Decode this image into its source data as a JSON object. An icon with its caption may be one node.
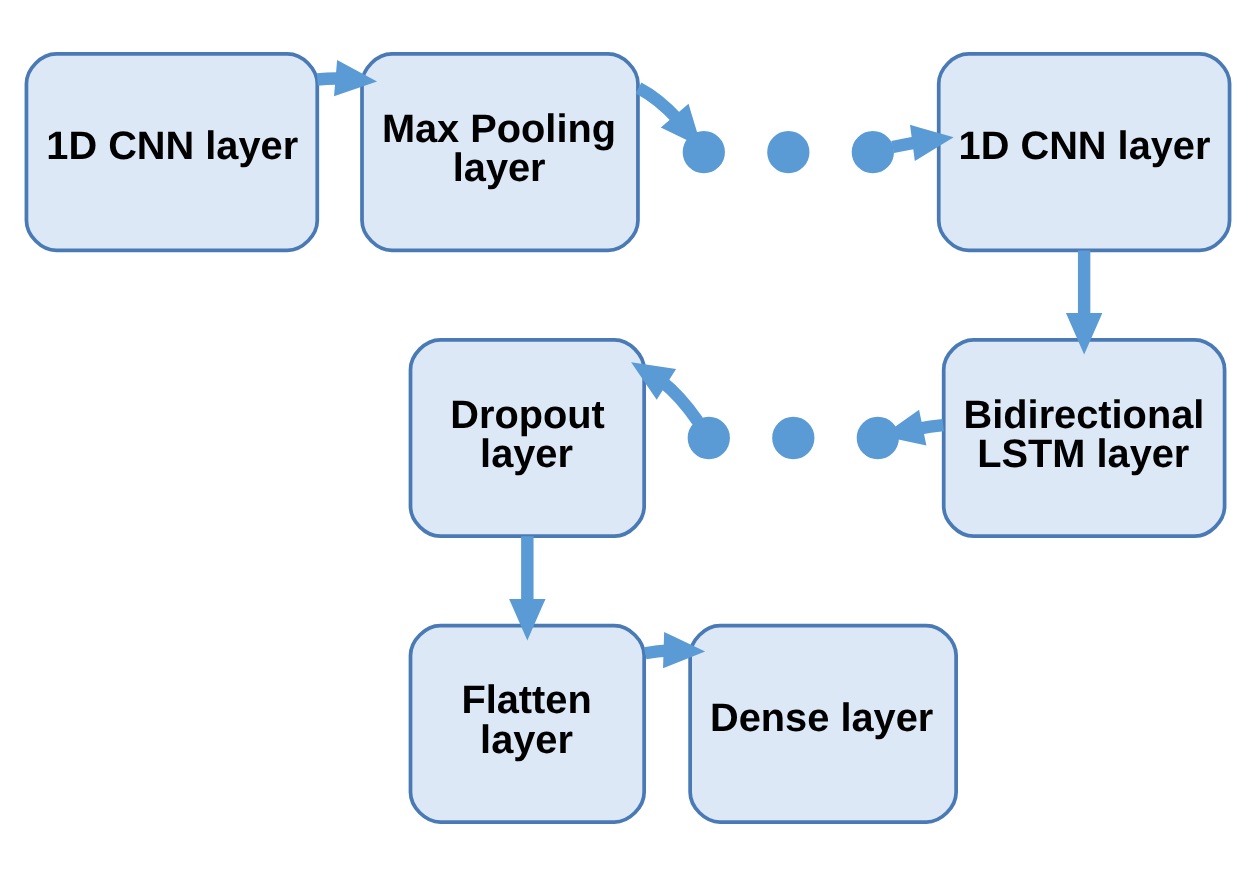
{
  "diagram": {
    "nodes": [
      {
        "text": [
          "1D CNN layer"
        ]
      },
      {
        "text": [
          "Max Pooling layer"
        ]
      },
      {
        "text": [],
        "shape": "circle"
      },
      {
        "text": [],
        "shape": "circle"
      },
      {
        "text": [],
        "shape": "circle"
      },
      {
        "text": [
          "1D CNN layer"
        ]
      },
      {
        "text": [
          "Dropout layer"
        ]
      },
      {
        "text": [],
        "shape": "circle"
      },
      {
        "text": [],
        "shape": "circle"
      },
      {
        "text": [],
        "shape": "circle"
      },
      {
        "text": [
          "Bidirectional LSTM layer"
        ]
      },
      {
        "text": [
          "Flatten layer"
        ]
      },
      {
        "text": [
          "Dense layer"
        ]
      }
    ],
    "edges": [
      {
        "from": 0,
        "to": 1,
        "arrow": "to"
      },
      {
        "from": 1,
        "to": 2,
        "arrow": "to"
      },
      {
        "from": 4,
        "to": 5,
        "arrow": "to"
      },
      {
        "from": 5,
        "to": 10,
        "arrow": "to"
      },
      {
        "from": 10,
        "to": 9,
        "arrow": "to"
      },
      {
        "from": 7,
        "to": 6,
        "arrow": "to"
      },
      {
        "from": 6,
        "to": 11,
        "arrow": "to"
      },
      {
        "from": 11,
        "to": 12,
        "arrow": "to"
      }
    ]
  }
}
